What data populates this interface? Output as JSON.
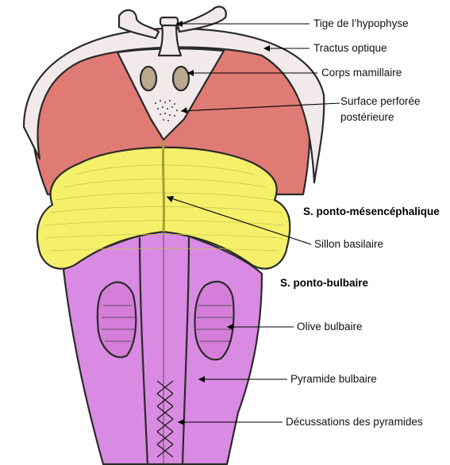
{
  "labels": {
    "tige": "Tige de l’hypophyse",
    "tractus": "Tractus optique",
    "corps": "Corps mamillaire",
    "surface_l1": "Surface perforée",
    "surface_l2": "postérieure",
    "s_ponto_mes": "S. ponto-mésencéphalique",
    "sillon": "Sillon basilaire",
    "s_ponto_bul": "S. ponto-bulbaire",
    "olive": "Olive bulbaire",
    "pyramide": "Pyramide bulbaire",
    "decussations": "Décussations des pyramides"
  },
  "colors": {
    "mesencephale": "#e07a74",
    "pont": "#f5f06a",
    "bulbe": "#d98ae2",
    "tractus": "#f2eaea",
    "corps": "#b9a78e"
  }
}
